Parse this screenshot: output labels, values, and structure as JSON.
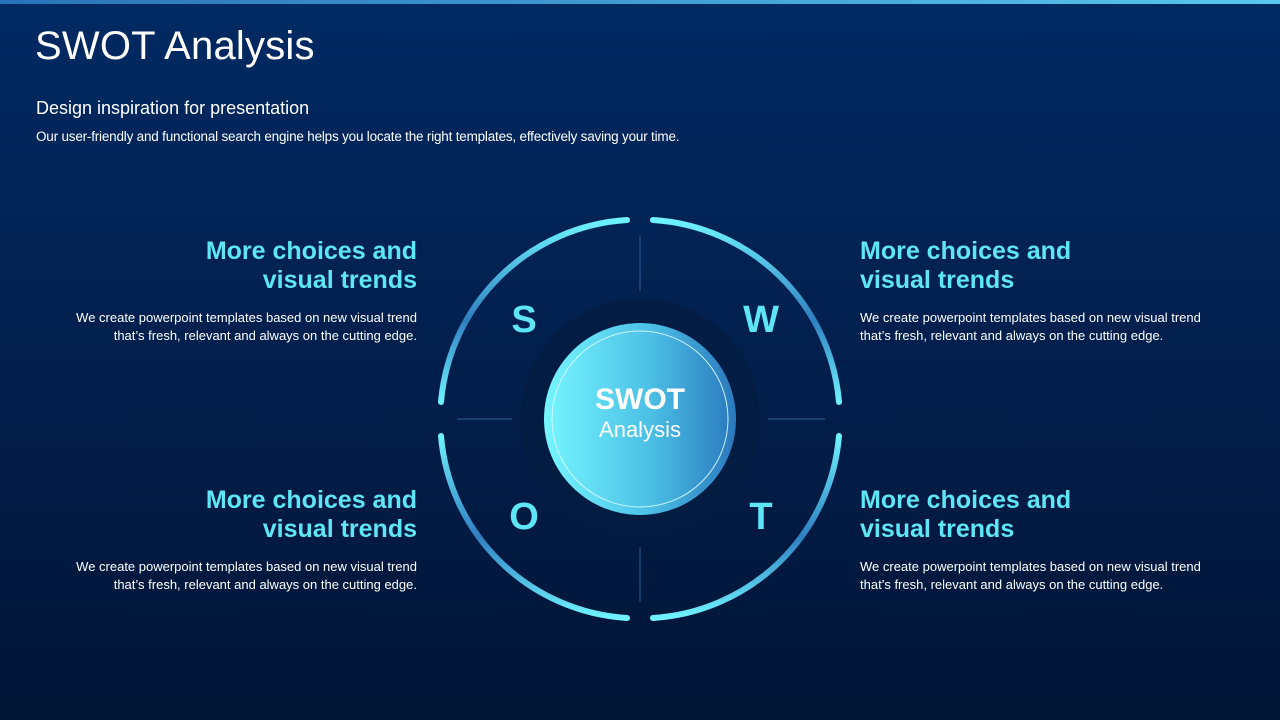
{
  "header": {
    "title": "SWOT Analysis",
    "subtitle": "Design inspiration for presentation",
    "description": "Our user-friendly and functional search engine helps you locate the right templates, effectively saving your time."
  },
  "center": {
    "title": "SWOT",
    "subtitle": "Analysis"
  },
  "quadrants": {
    "s": {
      "letter": "S",
      "heading_line1": "More choices and",
      "heading_line2": "visual trends",
      "text_line1": "We create powerpoint templates based on new visual trend",
      "text_line2": "that’s fresh, relevant and always on the cutting edge."
    },
    "w": {
      "letter": "W",
      "heading_line1": "More choices and",
      "heading_line2": "visual trends",
      "text_line1": "We create powerpoint templates based on new visual trend",
      "text_line2": "that’s fresh, relevant and always on the cutting edge."
    },
    "o": {
      "letter": "O",
      "heading_line1": "More choices and",
      "heading_line2": "visual trends",
      "text_line1": "We create powerpoint templates based on new visual trend",
      "text_line2": "that’s fresh, relevant and always on the cutting edge."
    },
    "t": {
      "letter": "T",
      "heading_line1": "More choices and",
      "heading_line2": "visual trends",
      "text_line1": "We create powerpoint templates based on new visual trend",
      "text_line2": "that’s fresh, relevant and always on the cutting edge."
    }
  },
  "colors": {
    "background_top": "#012a63",
    "background_bottom": "#011536",
    "accent": "#5ee6f6",
    "ring_light": "#6ff3ff",
    "ring_dark": "#2f7fc0"
  }
}
